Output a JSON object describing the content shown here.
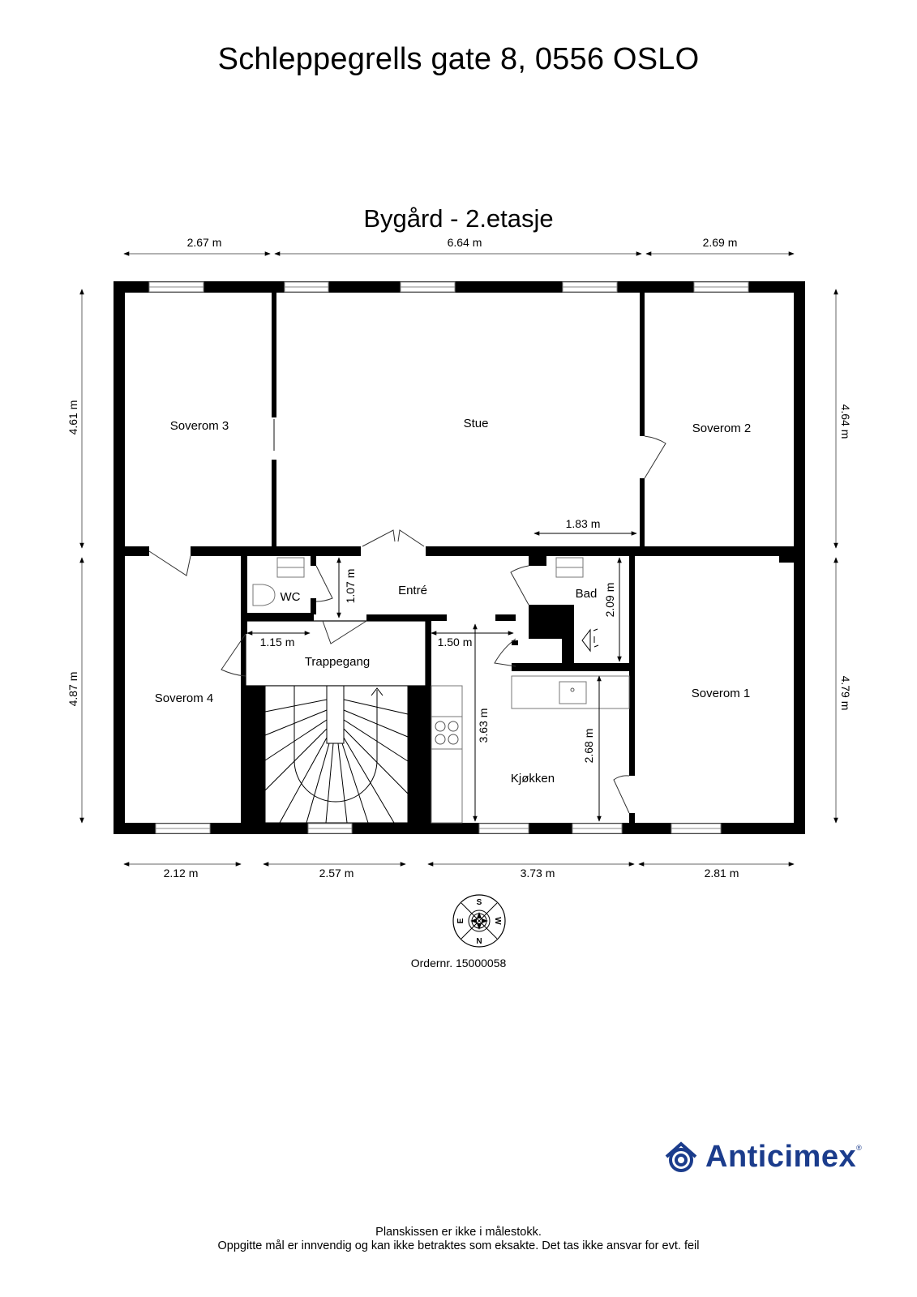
{
  "header": {
    "address": "Schleppegrells gate 8, 0556 OSLO",
    "floor_title": "Bygård  - 2.etasje"
  },
  "rooms": {
    "soverom3": "Soverom 3",
    "stue": "Stue",
    "soverom2": "Soverom 2",
    "wc": "WC",
    "entre": "Entré",
    "bad": "Bad",
    "trappegang": "Trappegang",
    "soverom4": "Soverom 4",
    "soverom1": "Soverom 1",
    "kjokken": "Kjøkken"
  },
  "dimensions": {
    "top": [
      "2.67 m",
      "6.64 m",
      "2.69 m"
    ],
    "bottom": [
      "2.12 m",
      "2.57 m",
      "3.73 m",
      "2.81 m"
    ],
    "left": [
      "4.61 m",
      "4.87 m"
    ],
    "right": [
      "4.64 m",
      "4.79 m"
    ],
    "interior": {
      "stue_width": "1.83 m",
      "wc_height": "1.07 m",
      "trappegang_width": "1.15 m",
      "entre_width": "1.50 m",
      "bad_height": "2.09 m",
      "kjokken_height": "3.63 m",
      "kjokken_partial_height": "2.68 m"
    }
  },
  "compass": {
    "top": "S",
    "bottom": "N",
    "left": "E",
    "right": "W"
  },
  "order_number": "Ordernr. 15000058",
  "brand": {
    "name": "Anticimex",
    "registered": "®",
    "color": "#1b3c8c"
  },
  "disclaimer": {
    "line1": "Planskissen er ikke i målestokk.",
    "line2": "Oppgitte mål er innvendig og kan ikke betraktes som eksakte. Det tas ikke ansvar for evt. feil"
  }
}
